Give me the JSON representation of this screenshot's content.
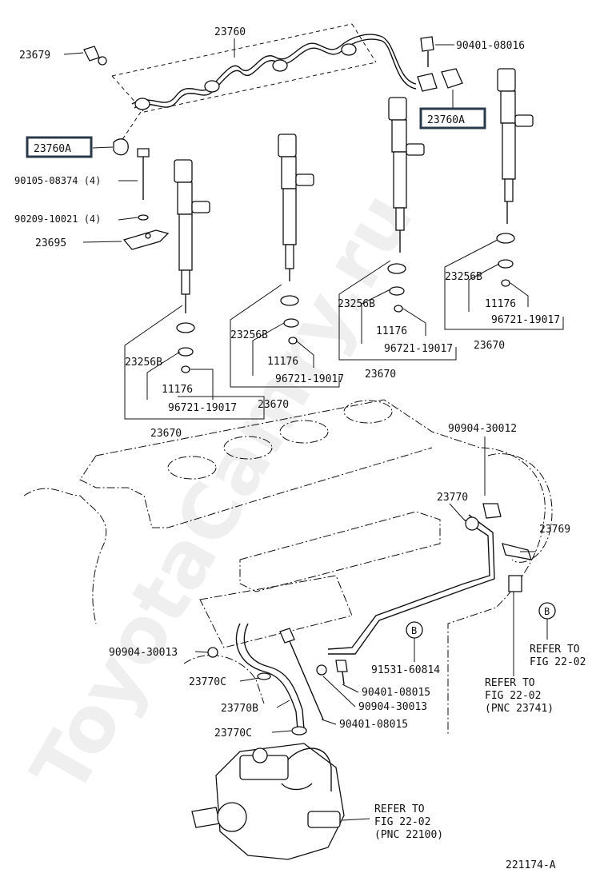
{
  "watermark": "ToyotaCamry.ru",
  "figure_id": "221174-A",
  "callouts": {
    "c23679": "23679",
    "c23760": "23760",
    "c23760a_left": "23760A",
    "c23760a_right": "23760A",
    "c90401_08016": "90401-08016",
    "c90105": "90105-08374 (4)",
    "c90209": "90209-10021 (4)",
    "c23695": "23695",
    "inj1_23256b": "23256B",
    "inj1_11176": "11176",
    "inj1_96721": "96721-19017",
    "inj1_23670": "23670",
    "inj2_23256b": "23256B",
    "inj2_11176": "11176",
    "inj2_96721": "96721-19017",
    "inj2_23670": "23670",
    "inj3_23256b": "23256B",
    "inj3_11176": "11176",
    "inj3_96721": "96721-19017",
    "inj3_23670": "23670",
    "inj4_23256b": "23256B",
    "inj4_11176": "11176",
    "inj4_96721": "96721-19017",
    "inj4_23670": "23670",
    "c90904_30012": "90904-30012",
    "c23770": "23770",
    "c23769": "23769",
    "c90904_30013_left": "90904-30013",
    "c23770c_top": "23770C",
    "c23770b": "23770B",
    "c23770c_bottom": "23770C",
    "c91531": "91531-60814",
    "c90401_08015_a": "90401-08015",
    "c90904_30013_b": "90904-30013",
    "c90401_08015_b": "90401-08015",
    "ref_b_label": "B",
    "ref_b_label2": "B",
    "ref1_line1": "REFER TO",
    "ref1_line2": "FIG 22-02",
    "ref2_line1": "REFER TO",
    "ref2_line2": "FIG 22-02",
    "ref2_line3": "(PNC 23741)",
    "ref3_line1": "REFER TO",
    "ref3_line2": "FIG 22-02",
    "ref3_line3": "(PNC 22100)"
  }
}
